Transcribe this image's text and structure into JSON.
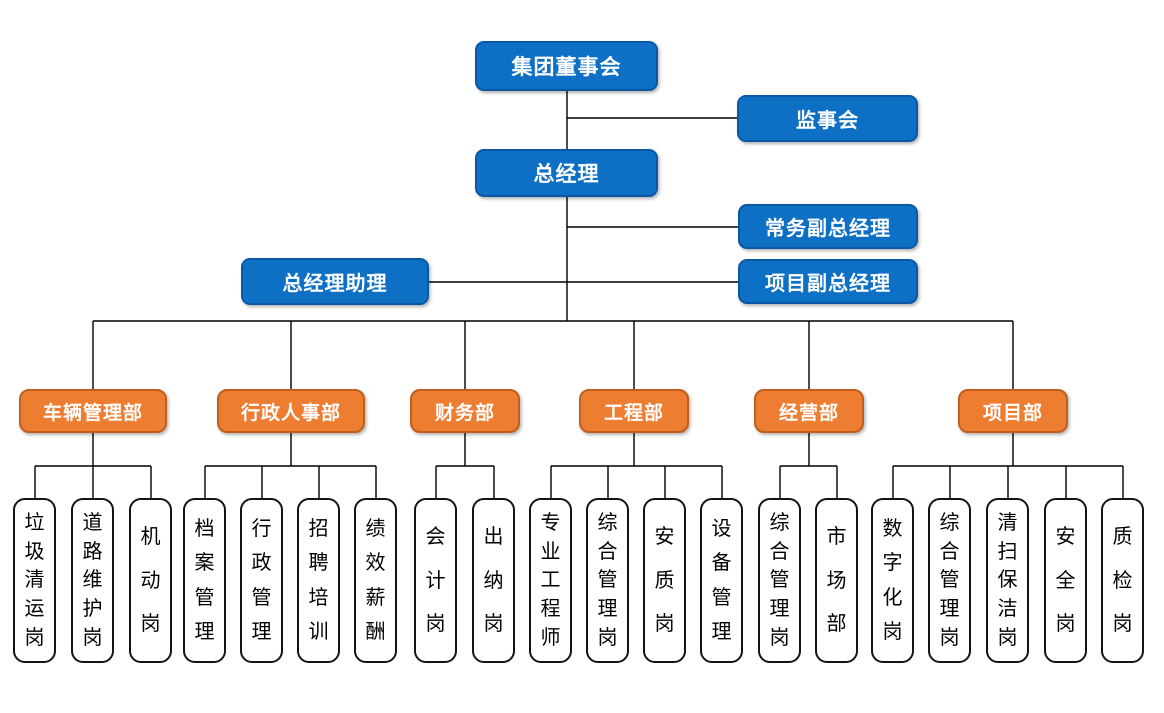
{
  "colors": {
    "node_blue": "#0d70c5",
    "node_blue_border": "#0a58a3",
    "node_orange": "#ed7d31",
    "node_orange_border": "#c05f1d",
    "leaf_border": "#141414",
    "connector_line": "#000000",
    "background": "#ffffff"
  },
  "executive": {
    "board": "集团董事会",
    "supervisory_board": "监事会",
    "general_manager": "总经理",
    "executive_deputy_gm": "常务副总经理",
    "gm_assistant": "总经理助理",
    "project_deputy_gm": "项目副总经理"
  },
  "departments": [
    {
      "label": "车辆管理部",
      "positions": [
        "垃圾清运岗",
        "道路维护岗",
        "机动岗"
      ]
    },
    {
      "label": "行政人事部",
      "positions": [
        "档案管理",
        "行政管理",
        "招聘培训",
        "绩效薪酬"
      ]
    },
    {
      "label": "财务部",
      "positions": [
        "会计岗",
        "出纳岗"
      ]
    },
    {
      "label": "工程部",
      "positions": [
        "专业工程师",
        "综合管理岗",
        "安质岗",
        "设备管理"
      ]
    },
    {
      "label": "经营部",
      "positions": [
        "综合管理岗",
        "市场部"
      ]
    },
    {
      "label": "项目部",
      "positions": [
        "数字化岗",
        "综合管理岗",
        "清扫保洁岗",
        "安全岗",
        "质检岗"
      ]
    }
  ]
}
